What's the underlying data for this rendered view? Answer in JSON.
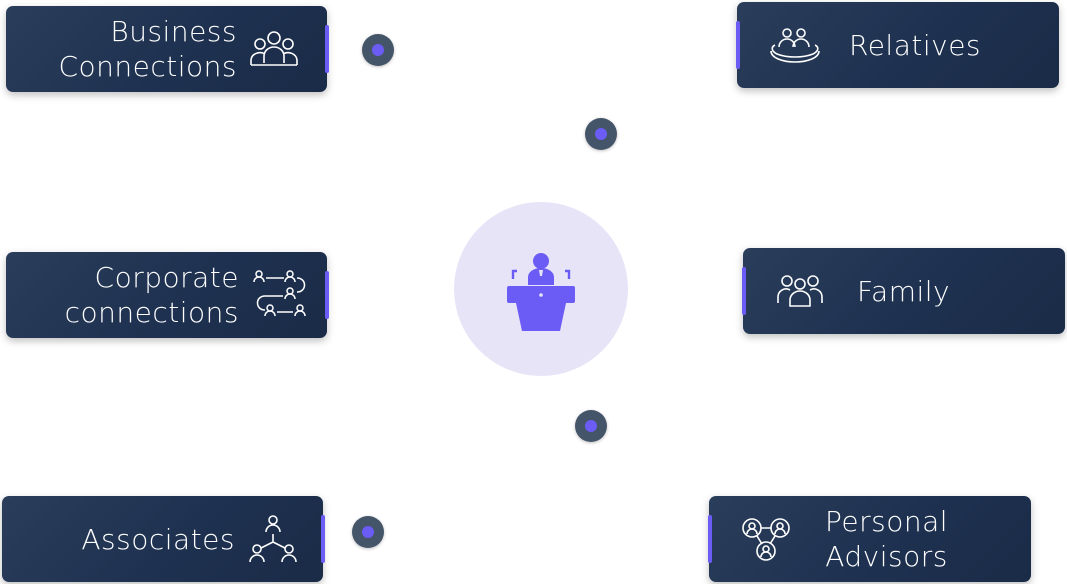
{
  "center": {
    "icon": "speaker-podium-icon"
  },
  "nodes": {
    "business": {
      "label": "Business\nConnections",
      "icon": "group-people-icon"
    },
    "corporate": {
      "label": "Corporate\nconnections",
      "icon": "connection-flow-icon"
    },
    "associates": {
      "label": "Associates",
      "icon": "network-hierarchy-icon"
    },
    "relatives": {
      "label": "Relatives",
      "icon": "table-gathering-icon"
    },
    "family": {
      "label": "Family",
      "icon": "family-group-icon"
    },
    "advisors": {
      "label": "Personal\nAdvisors",
      "icon": "linked-profiles-icon"
    }
  },
  "colors": {
    "card": "#1e3150",
    "accent": "#6b5cf5",
    "dot": "#455569",
    "center_bg": "#e7e4f8"
  }
}
